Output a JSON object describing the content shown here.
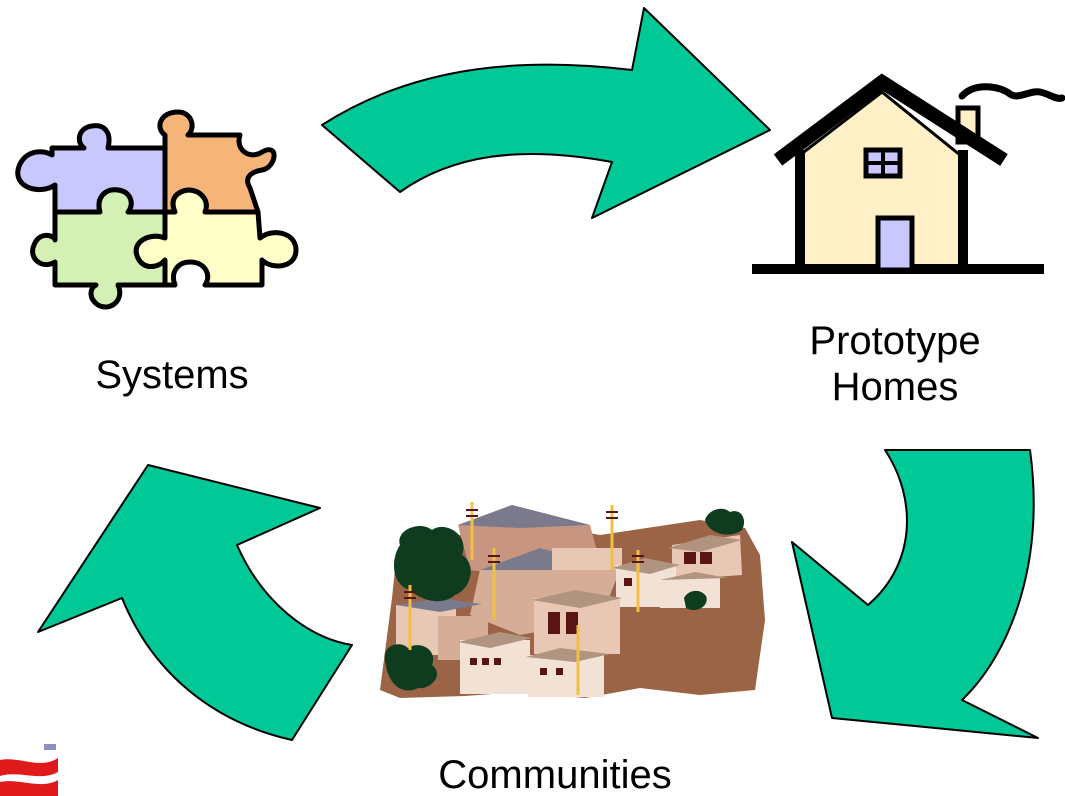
{
  "labels": {
    "systems": "Systems",
    "prototype_line1": "Prototype",
    "prototype_line2": "Homes",
    "communities": "Communities"
  },
  "colors": {
    "arrow_fill": "#00c896",
    "outline": "#000000",
    "puzzle_purple": "#c8c8ff",
    "puzzle_orange": "#f5b478",
    "puzzle_green": "#d4f0b4",
    "puzzle_yellow": "#ffffc8",
    "house_wall": "#fff0c8",
    "house_window": "#c8c8ff",
    "village_ground": "#9b6446",
    "village_house": "#e8c8b4",
    "tree_green": "#0f3c1e",
    "logo_red": "#e01a1a"
  },
  "icons": {
    "puzzle": "puzzle-pieces-icon",
    "house": "house-with-chimney-icon",
    "village": "hillside-village-icon",
    "logo": "corner-logo-icon"
  }
}
